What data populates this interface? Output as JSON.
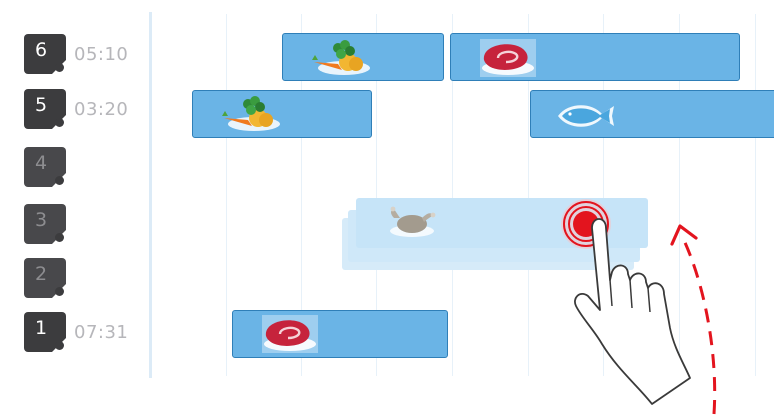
{
  "rows": [
    {
      "rack": "6",
      "time": "05:10",
      "active": true
    },
    {
      "rack": "5",
      "time": "03:20",
      "active": true
    },
    {
      "rack": "4",
      "time": "",
      "active": false
    },
    {
      "rack": "3",
      "time": "",
      "active": false
    },
    {
      "rack": "2",
      "time": "",
      "active": false
    },
    {
      "rack": "1",
      "time": "07:31",
      "active": true
    }
  ],
  "icons": {
    "vegetables": "vegetables-icon",
    "meat": "meat-icon",
    "fish": "fish-icon",
    "poultry": "poultry-icon",
    "tap": "tap-indicator-icon",
    "hand": "hand-pointer-icon",
    "drag_arrow": "drag-up-arrow-icon"
  },
  "colors": {
    "block_fill": "#6ab4e6",
    "block_border": "#2f7fb8",
    "ghost_fill": "#c6e4f8",
    "tap_red": "#e3141e",
    "badge": "#3c3c3e"
  }
}
